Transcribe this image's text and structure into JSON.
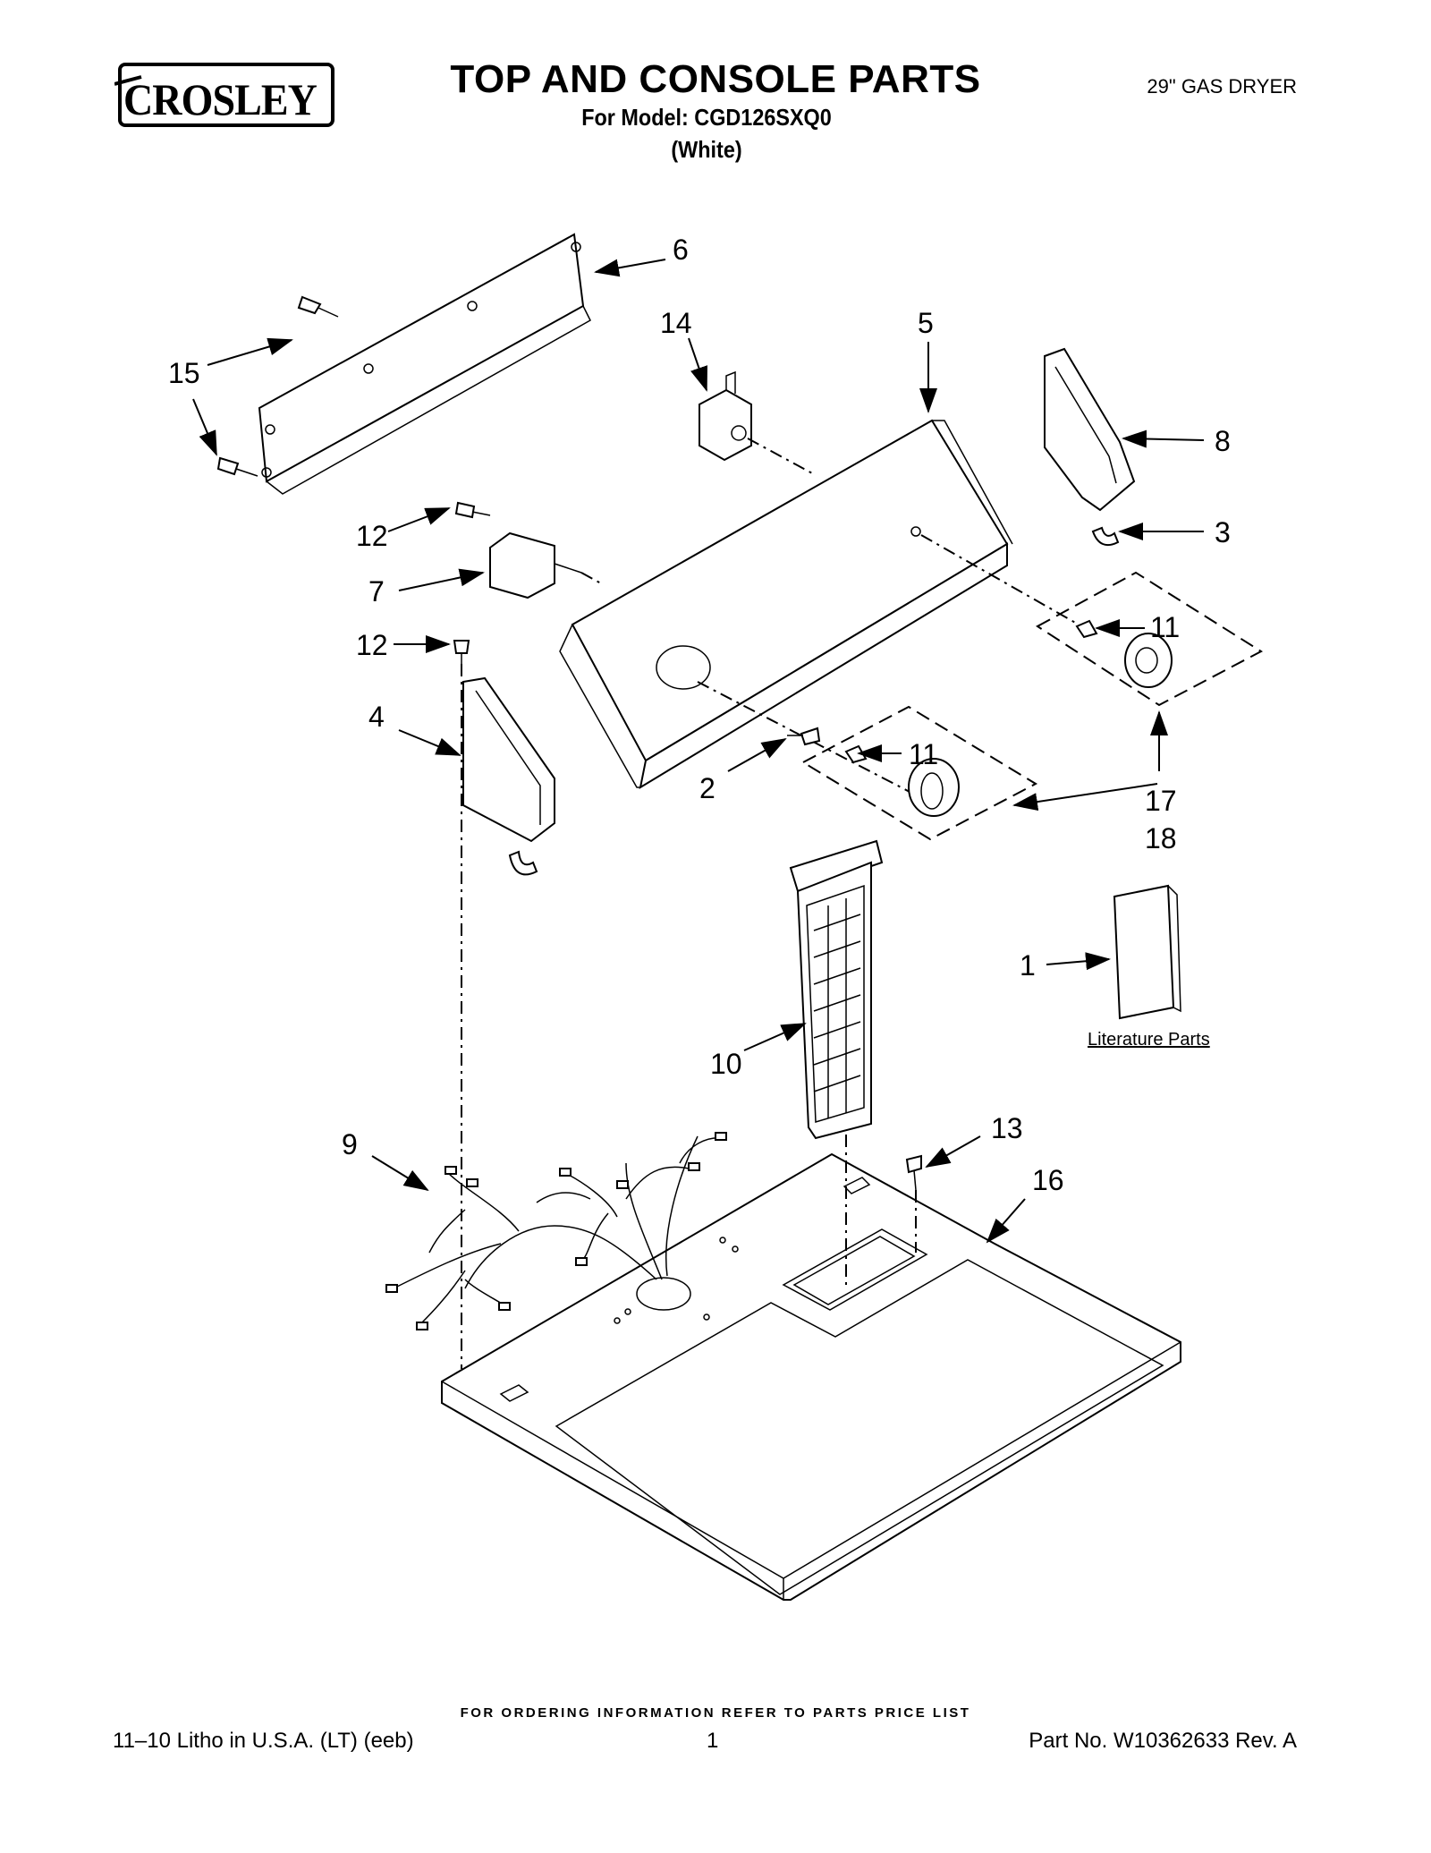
{
  "header": {
    "brand": "CROSLEY",
    "title": "TOP AND CONSOLE PARTS",
    "model_line": "For Model: CGD126SXQ0",
    "color_line": "(White)",
    "product": "29\" GAS DRYER"
  },
  "callouts": {
    "c1": "1",
    "c2": "2",
    "c3": "3",
    "c4": "4",
    "c5": "5",
    "c6": "6",
    "c7": "7",
    "c8": "8",
    "c9": "9",
    "c10": "10",
    "c11a": "11",
    "c11b": "11",
    "c12a": "12",
    "c12b": "12",
    "c13": "13",
    "c14": "14",
    "c15": "15",
    "c16": "16",
    "c17": "17",
    "c18": "18"
  },
  "literature_label": "Literature Parts",
  "footer": {
    "note": "FOR ORDERING INFORMATION REFER TO PARTS PRICE LIST",
    "left": "11–10 Litho in U.S.A. (LT) (eeb)",
    "page": "1",
    "part_no": "Part No. W10362633 Rev. A"
  }
}
